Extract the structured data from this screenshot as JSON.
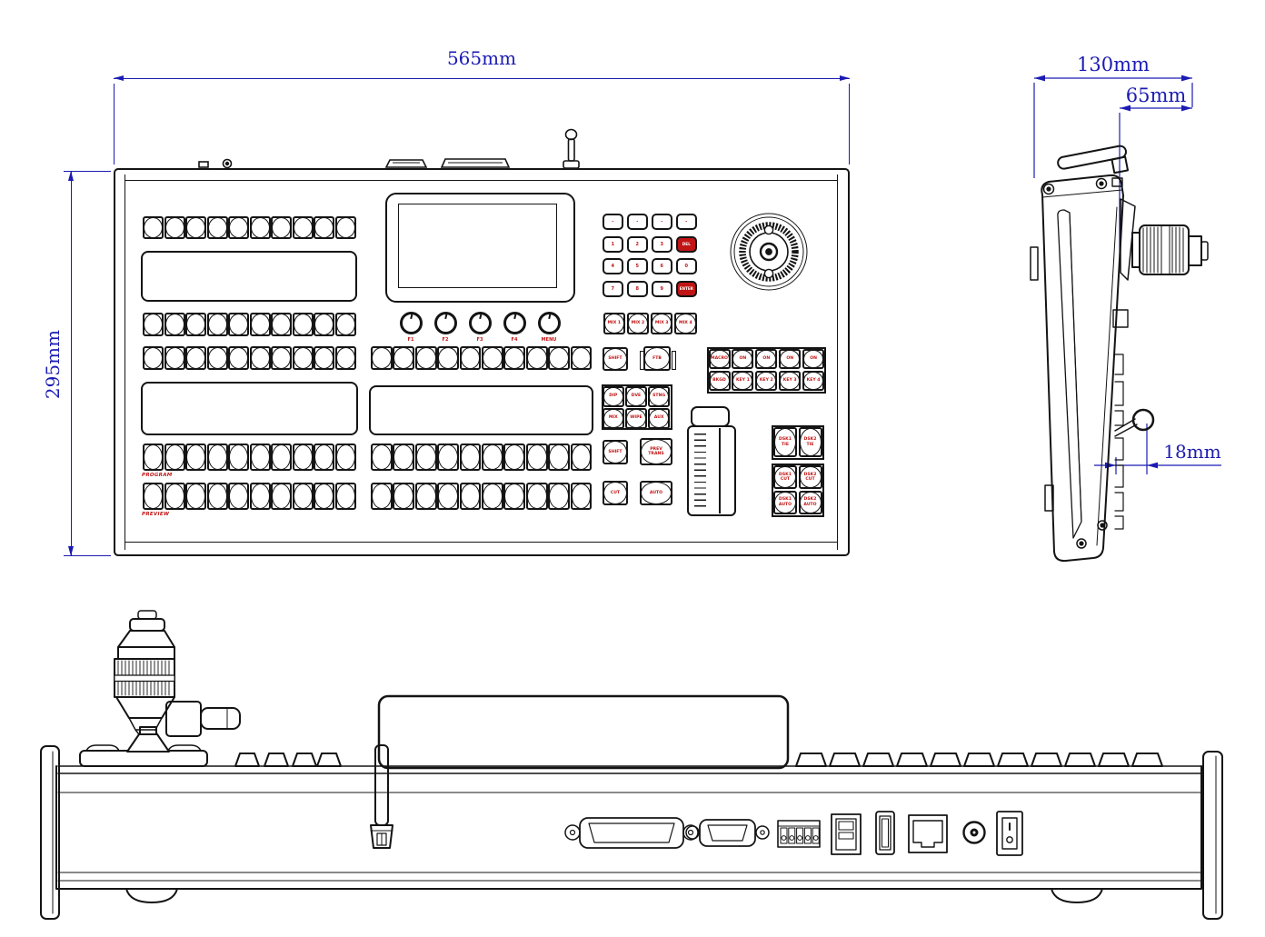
{
  "colors": {
    "line": "#141414",
    "dimension": "#1b1bb3",
    "button_label": "#c11414"
  },
  "dims": {
    "front_width": "565mm",
    "front_height": "295mm",
    "side_depth": "130mm",
    "side_upper": "65mm",
    "side_lever": "18mm"
  },
  "front": {
    "program_label": "PROGRAM",
    "preview_label": "PREVIEW",
    "source_buttons_per_group": 10,
    "knob_labels": [
      "F1",
      "F2",
      "F3",
      "F4",
      "MENU"
    ],
    "keypad_rows": [
      [
        "-",
        "-",
        "-",
        "-"
      ],
      [
        "1",
        "2",
        "3",
        "DEL"
      ],
      [
        "4",
        "5",
        "6",
        "0"
      ],
      [
        "7",
        "8",
        "9",
        "ENTER"
      ]
    ],
    "mix_buttons": [
      "MIX 1",
      "MIX 2",
      "MIX 3",
      "MIX 4"
    ],
    "shift_button": "SHIFT",
    "ftb_button": "FTB",
    "macro_key_rows": [
      [
        "MACRO",
        "ON",
        "ON",
        "ON",
        "ON"
      ],
      [
        "BKGD",
        "KEY 1",
        "KEY 2",
        "KEY 3",
        "KEY 4"
      ]
    ],
    "transition_rows": [
      [
        "DIP",
        "DVE",
        "STNG"
      ],
      [
        "MIX",
        "WIPE",
        "AUX"
      ]
    ],
    "shift2_button": "SHIFT",
    "prev_trans_button": "PREV TRANS",
    "cut_button": "CUT",
    "auto_button": "AUTO",
    "dsk_tie_buttons": [
      "DSK1 TIE",
      "DSK2 TIE"
    ],
    "dsk_cut_auto_buttons": [
      [
        "DSK1 CUT",
        "DSK2 CUT"
      ],
      [
        "DSK1 AUTO",
        "DSK2 AUTO"
      ]
    ]
  }
}
